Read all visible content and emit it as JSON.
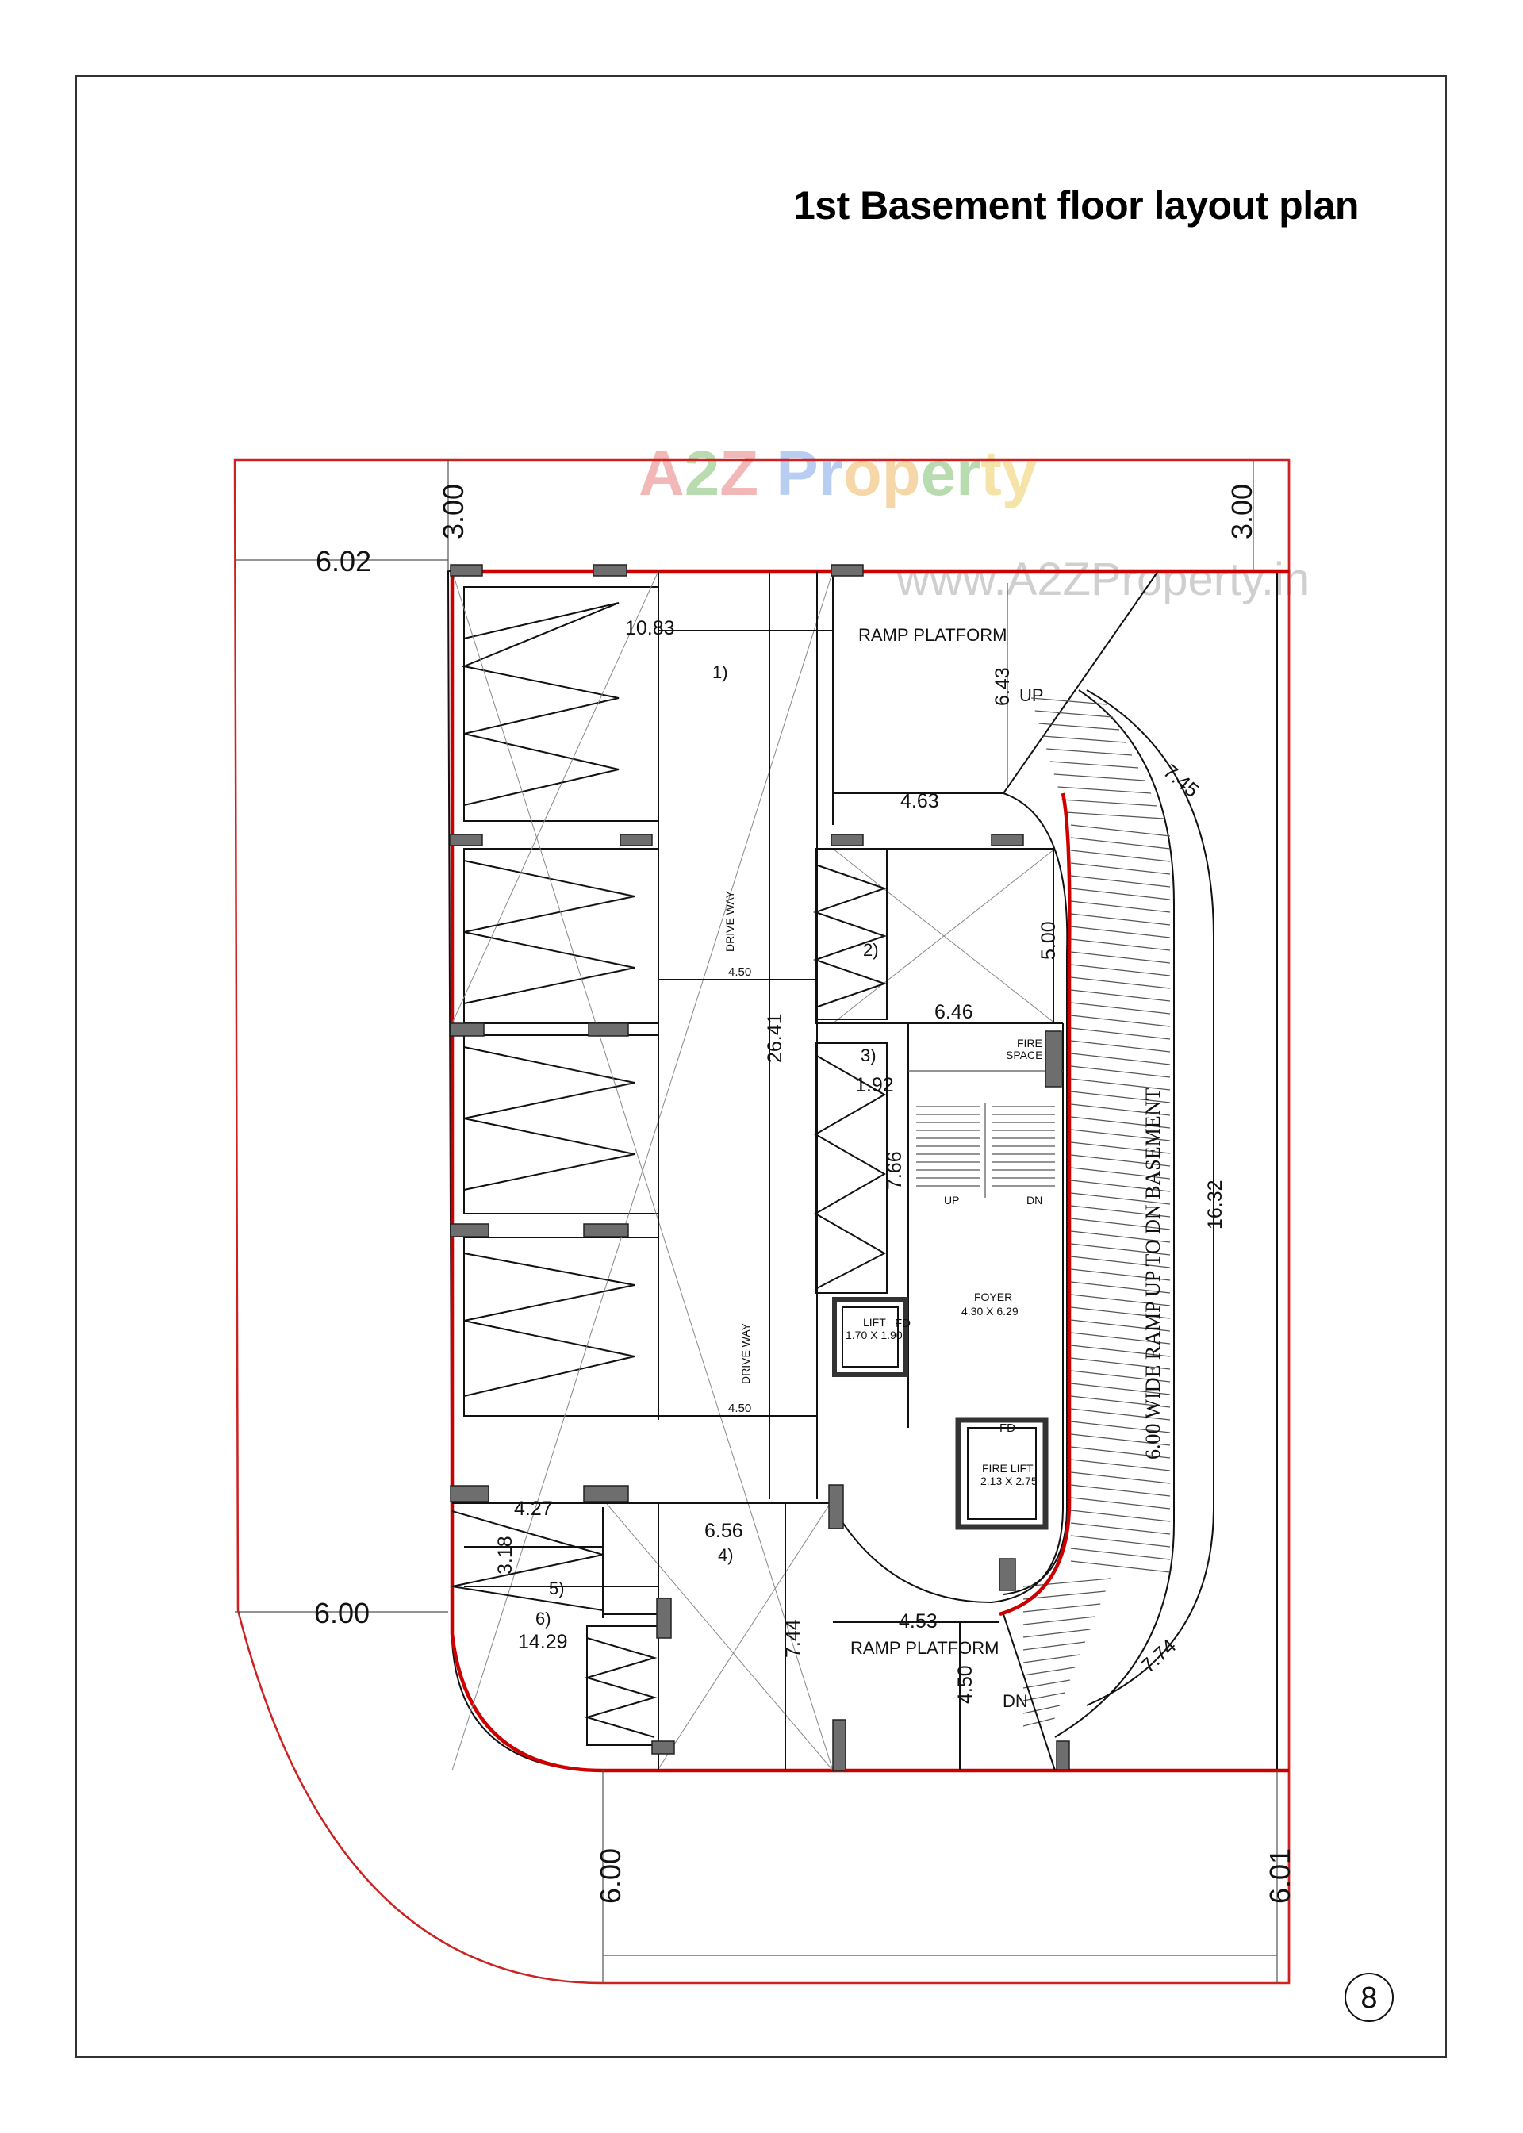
{
  "title": "1st Basement floor layout plan",
  "watermark": {
    "logo_text": "A2Z Property",
    "url_text": "www.A2ZProperty.in"
  },
  "page_number": "8",
  "setbacks": {
    "top_left": "3.00",
    "top_right": "3.00",
    "left_top": "6.02",
    "left_bottom": "6.00",
    "bottom_left": "6.00",
    "bottom_right": "6.01"
  },
  "rooms": {
    "ramp_platform_top": "RAMP PLATFORM",
    "ramp_platform_bottom": "RAMP PLATFORM",
    "drive_way_1": "DRIVE WAY",
    "drive_way_2": "DRIVE WAY",
    "fire_space_line1": "FIRE",
    "fire_space_line2": "SPACE",
    "foyer_name": "FOYER",
    "foyer_size": "4.30 X 6.29",
    "lift_name": "LIFT",
    "lift_size": "1.70 X 1.90",
    "fire_lift_name": "FIRE LIFT",
    "fire_lift_size": "2.13 X 2.75",
    "fd_1": "FD",
    "fd_2": "FD",
    "stair_up": "UP",
    "stair_dn": "DN",
    "ramp_up": "UP",
    "ramp_dn": "DN",
    "ramp_text": "6.00 WIDE RAMP UP TO DN  BASEMENT"
  },
  "markers": [
    "1)",
    "2)",
    "3)",
    "4)",
    "5)",
    "6)"
  ],
  "dimensions": {
    "d_10_83": "10.83",
    "d_6_43": "6.43",
    "d_7_45": "7.45",
    "d_4_63": "4.63",
    "d_5_00": "5.00",
    "d_6_46": "6.46",
    "d_4_50_top": "4.50",
    "d_26_41": "26.41",
    "d_1_92": "1.92",
    "d_7_66": "7.66",
    "d_16_32": "16.32",
    "d_4_50_mid": "4.50",
    "d_4_27": "4.27",
    "d_3_18": "3.18",
    "d_6_56": "6.56",
    "d_14_29": "14.29",
    "d_7_44": "7.44",
    "d_4_53": "4.53",
    "d_4_50_bot": "4.50",
    "d_7_74": "7.74"
  },
  "colors": {
    "plot_boundary": "#cc2222",
    "columns": "#6e6e6e",
    "lines": "#111111"
  }
}
